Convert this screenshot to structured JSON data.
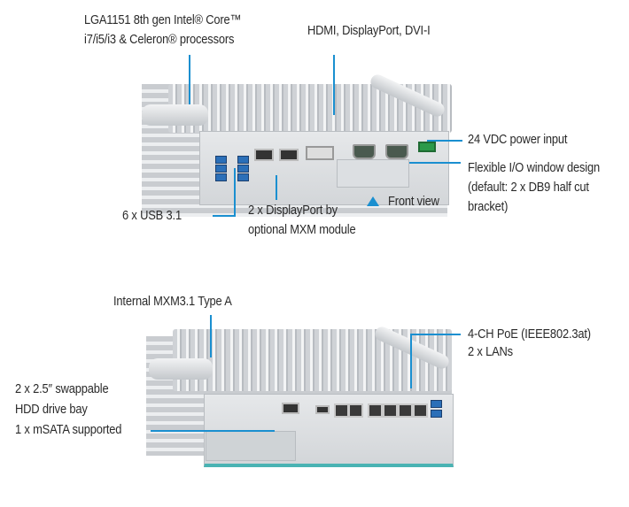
{
  "front": {
    "cpu_label_line1": "LGA1151 8th gen Intel® Core™",
    "cpu_label_line2": "i7/i5/i3 & Celeron® processors",
    "video_label": "HDMI, DisplayPort, DVI-I",
    "power_label": "24 VDC power input",
    "io_label_line1": "Flexible I/O window design",
    "io_label_line2": "(default: 2 x DB9 half cut",
    "io_label_line3": "bracket)",
    "view_label": "Front view",
    "usb_label": "6 x USB 3.1",
    "dp_label_line1": "2 x DisplayPort by",
    "dp_label_line2": "optional MXM module"
  },
  "rear": {
    "mxm_label": "Internal MXM3.1 Type A",
    "poe_label_line1": "4-CH PoE (IEEE802.3at)",
    "poe_label_line2": "2 x LANs",
    "hdd_label_line1": "2 x 2.5″ swappable",
    "hdd_label_line2": "HDD drive bay",
    "hdd_label_line3": "1 x mSATA supported"
  },
  "colors": {
    "accent": "#1a8fd0",
    "text": "#2a2a2a"
  }
}
